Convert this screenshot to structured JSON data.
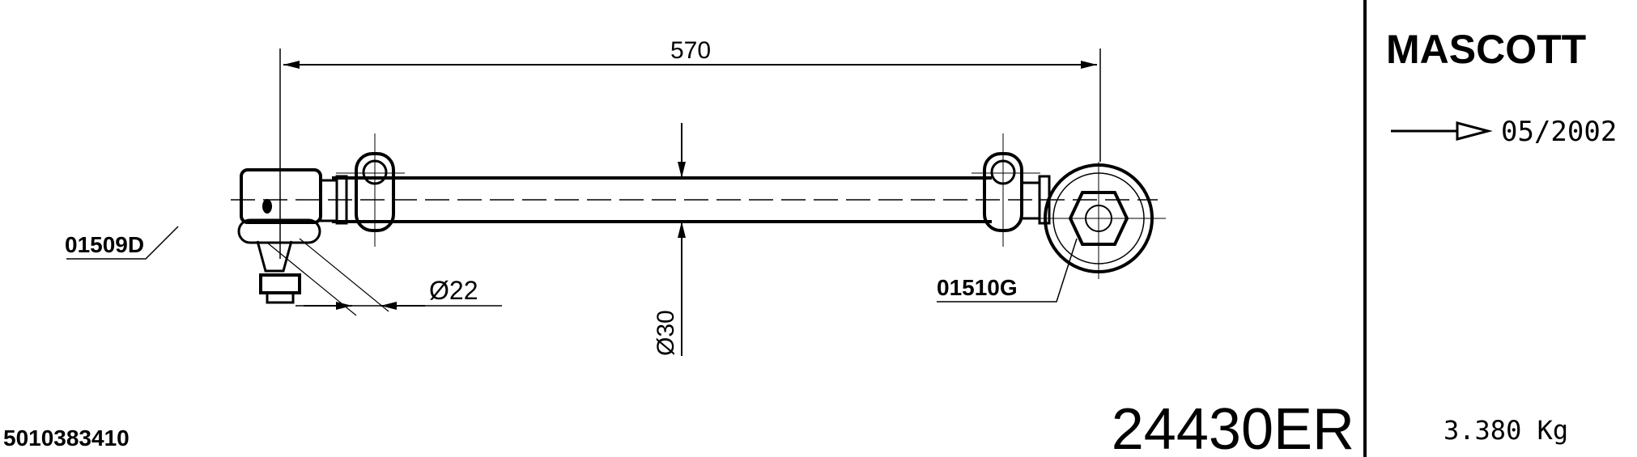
{
  "drawing": {
    "length_dimension": "570",
    "tube_diameter": "Ø30",
    "stud_diameter": "Ø22",
    "left_part_ref": "01509D",
    "right_part_ref": "01510G",
    "oem_number": "5010383410",
    "part_number": "24430ER"
  },
  "info_panel": {
    "model": "MASCOTT",
    "date_until": "05/2002",
    "weight": "3.380 Kg"
  }
}
